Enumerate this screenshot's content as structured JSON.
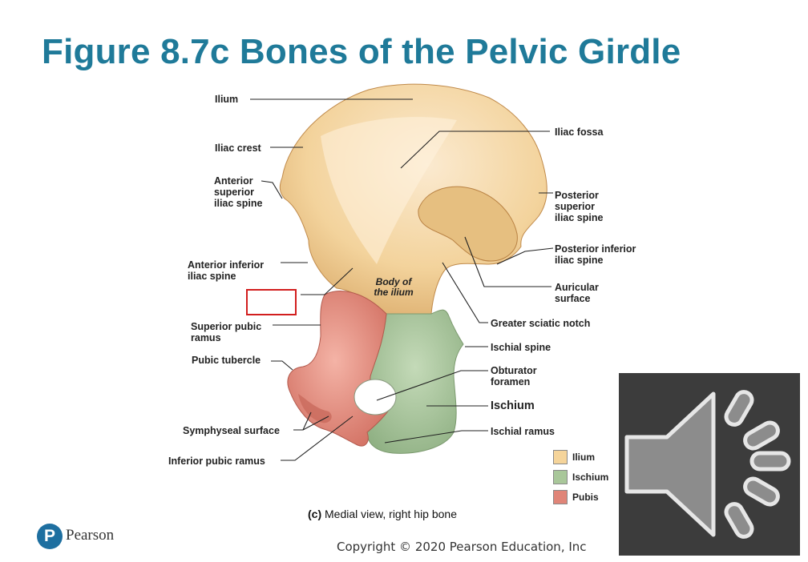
{
  "slide": {
    "title": "Figure 8.7c Bones of the Pelvic Girdle"
  },
  "labels": {
    "ilium": "Ilium",
    "iliac_crest": "Iliac crest",
    "asis": "Anterior\nsuperior\niliac spine",
    "aiis": "Anterior inferior\niliac spine",
    "superior_pubic_ramus": "Superior pubic\nramus",
    "pubic_tubercle": "Pubic tubercle",
    "symphyseal_surface": "Symphyseal surface",
    "inferior_pubic_ramus": "Inferior pubic ramus",
    "iliac_fossa": "Iliac fossa",
    "psis": "Posterior\nsuperior\niliac spine",
    "piis": "Posterior inferior\niliac spine",
    "auricular_surface": "Auricular\nsurface",
    "greater_sciatic_notch": "Greater sciatic notch",
    "ischial_spine": "Ischial spine",
    "obturator_foramen": "Obturator\nforamen",
    "ischium": "Ischium",
    "ischial_ramus": "Ischial ramus",
    "body_of_ilium": "Body of\nthe ilium"
  },
  "caption": {
    "prefix": "(c)",
    "text": "Medial view, right hip bone"
  },
  "legend": [
    {
      "label": "Ilium",
      "color": "#f5d49a"
    },
    {
      "label": "Ischium",
      "color": "#a9c79a"
    },
    {
      "label": "Pubis",
      "color": "#e08578"
    }
  ],
  "footer": {
    "brand": "Pearson",
    "brand_initial": "P",
    "copyright": "Copyright © 2020 Pearson Education, Inc"
  },
  "colors": {
    "title": "#1f7a99",
    "ilium": "#f3d9a4",
    "ischium": "#a9c79a",
    "pubis": "#e08578",
    "red_box": "#d21e1e",
    "speaker_bg": "#3c3c3c"
  },
  "icons": {
    "audio": "speaker-icon"
  }
}
